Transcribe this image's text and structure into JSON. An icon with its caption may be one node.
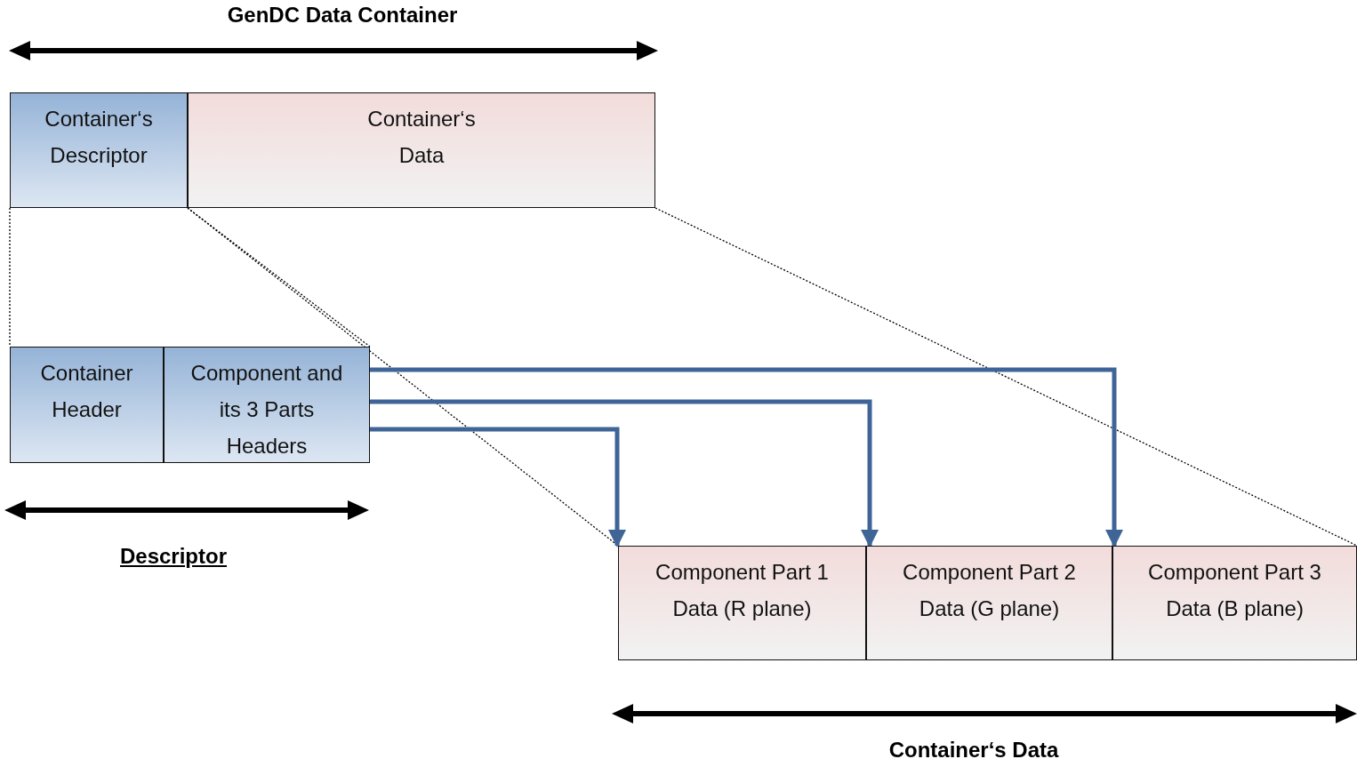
{
  "diagram": {
    "nodes": [
      {
        "text": [
          "Container‘s Descriptor"
        ]
      },
      {
        "text": [
          "Container‘s Data"
        ]
      },
      {
        "text": [
          "Container Header"
        ]
      },
      {
        "text": [
          "Component and its 3 Parts Headers"
        ]
      },
      {
        "text": [
          "Component Part 1 Data (R plane)"
        ]
      },
      {
        "text": [
          "Component Part 2 Data (G plane)"
        ]
      },
      {
        "text": [
          "Component Part 3 Data (B plane)"
        ]
      }
    ],
    "edges": [
      {
        "from": 0,
        "to": 2,
        "arrow": "none",
        "style": "dashed"
      },
      {
        "from": 0,
        "to": 3,
        "arrow": "none",
        "style": "dashed"
      },
      {
        "from": 1,
        "to": 4,
        "arrow": "none",
        "style": "dashed"
      },
      {
        "from": 1,
        "to": 6,
        "arrow": "none",
        "style": "dashed"
      },
      {
        "from": 3,
        "to": 6,
        "arrow": "to",
        "style": "thick",
        "color": "#3f6597"
      },
      {
        "from": 3,
        "to": 5,
        "arrow": "to",
        "style": "thick",
        "color": "#3f6597"
      },
      {
        "from": 3,
        "to": 4,
        "arrow": "to",
        "style": "thick",
        "color": "#3f6597"
      }
    ],
    "labels": [
      "GenDC Data Container",
      "Descriptor",
      "Container‘s Data"
    ]
  }
}
